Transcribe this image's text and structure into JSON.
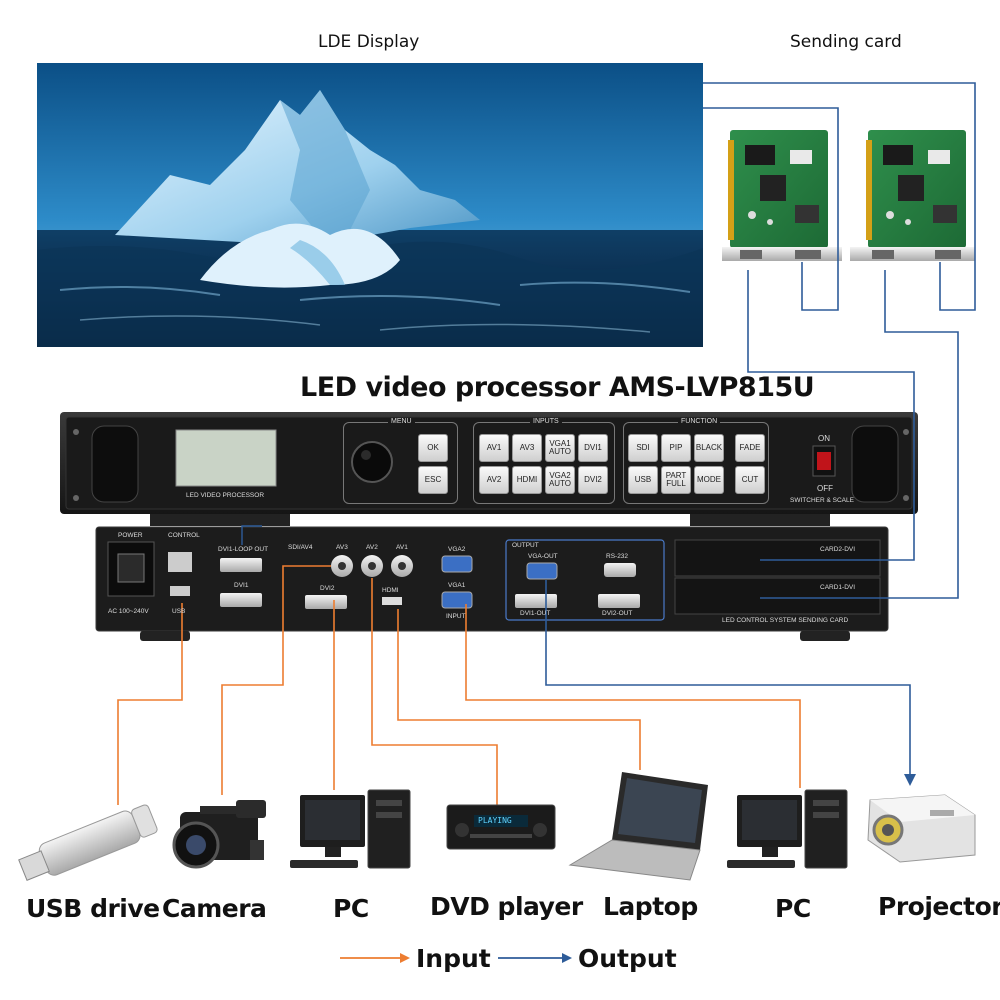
{
  "labels": {
    "display": "LDE  Display",
    "sending_card": "Sending card",
    "processor_title": "LED video processor AMS-LVP815U"
  },
  "front_panel": {
    "lcd_label": "LED VIDEO PROCESSOR",
    "menu_title": "MENU",
    "inputs_title": "INPUTS",
    "function_title": "FUNCTION",
    "ok": "OK",
    "esc": "ESC",
    "av1": "AV1",
    "av3": "AV3",
    "vga1": "VGA1\nAUTO",
    "dvi1": "DVI1",
    "av2": "AV2",
    "hdmi": "HDMI",
    "vga2": "VGA2\nAUTO",
    "dvi2": "DVI2",
    "sdi": "SDI",
    "pip": "PIP",
    "black": "BLACK",
    "fade": "FADE",
    "usb": "USB",
    "part_full": "PART\nFULL",
    "mode": "MODE",
    "cut": "CUT",
    "on": "ON",
    "off": "OFF",
    "switcher": "SWITCHER & SCALE"
  },
  "rear_panel": {
    "power": "POWER",
    "control": "CONTROL",
    "ac": "AC 100~240V",
    "usb": "USB",
    "dvi1_loop": "DVI1-LOOP OUT",
    "dvi1": "DVI1",
    "sdi_av4": "SDI/AV4",
    "av3": "AV3",
    "av2": "AV2",
    "av1": "AV1",
    "dvi2": "DVI2",
    "hdmi": "HDMI",
    "vga2": "VGA2",
    "vga1": "VGA1",
    "input": "INPUT",
    "output": "OUTPUT",
    "vga_out": "VGA-OUT",
    "rs232": "RS-232",
    "dvi1_out": "DVI1-OUT",
    "dvi2_out": "DVI2-OUT",
    "card2": "CARD2-DVI",
    "card1": "CARD1-DVI",
    "sending_card_label": "LED CONTROL SYSTEM SENDING CARD"
  },
  "devices": {
    "usb_drive": "USB drive",
    "camera": "Camera",
    "pc1": "PC",
    "dvd": "DVD player",
    "dvd_screen": "PLAYING",
    "laptop": "Laptop",
    "pc2": "PC",
    "projector": "Projector"
  },
  "legend": {
    "input": "Input",
    "output": "Output"
  },
  "colors": {
    "input": "#ed7d31",
    "output": "#2e5c99"
  }
}
